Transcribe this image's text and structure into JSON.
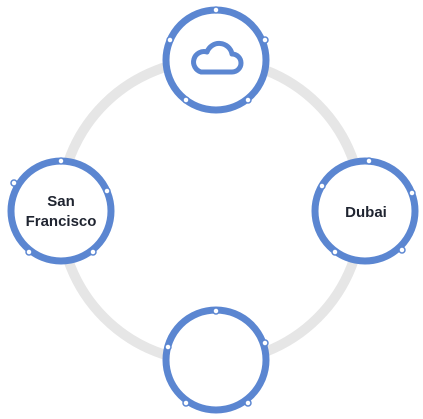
{
  "colors": {
    "ring": "#5b86d1",
    "connector": "#e6e6e6",
    "node_fill": "#ffffff",
    "dot": "#ffffff",
    "label": "#1f2430"
  },
  "nodes": {
    "top": {
      "icon": "cloud-icon",
      "label": ""
    },
    "left": {
      "label_line1": "San",
      "label_line2": "Francisco"
    },
    "right": {
      "label": "Dubai"
    },
    "bottom": {
      "label": ""
    }
  }
}
